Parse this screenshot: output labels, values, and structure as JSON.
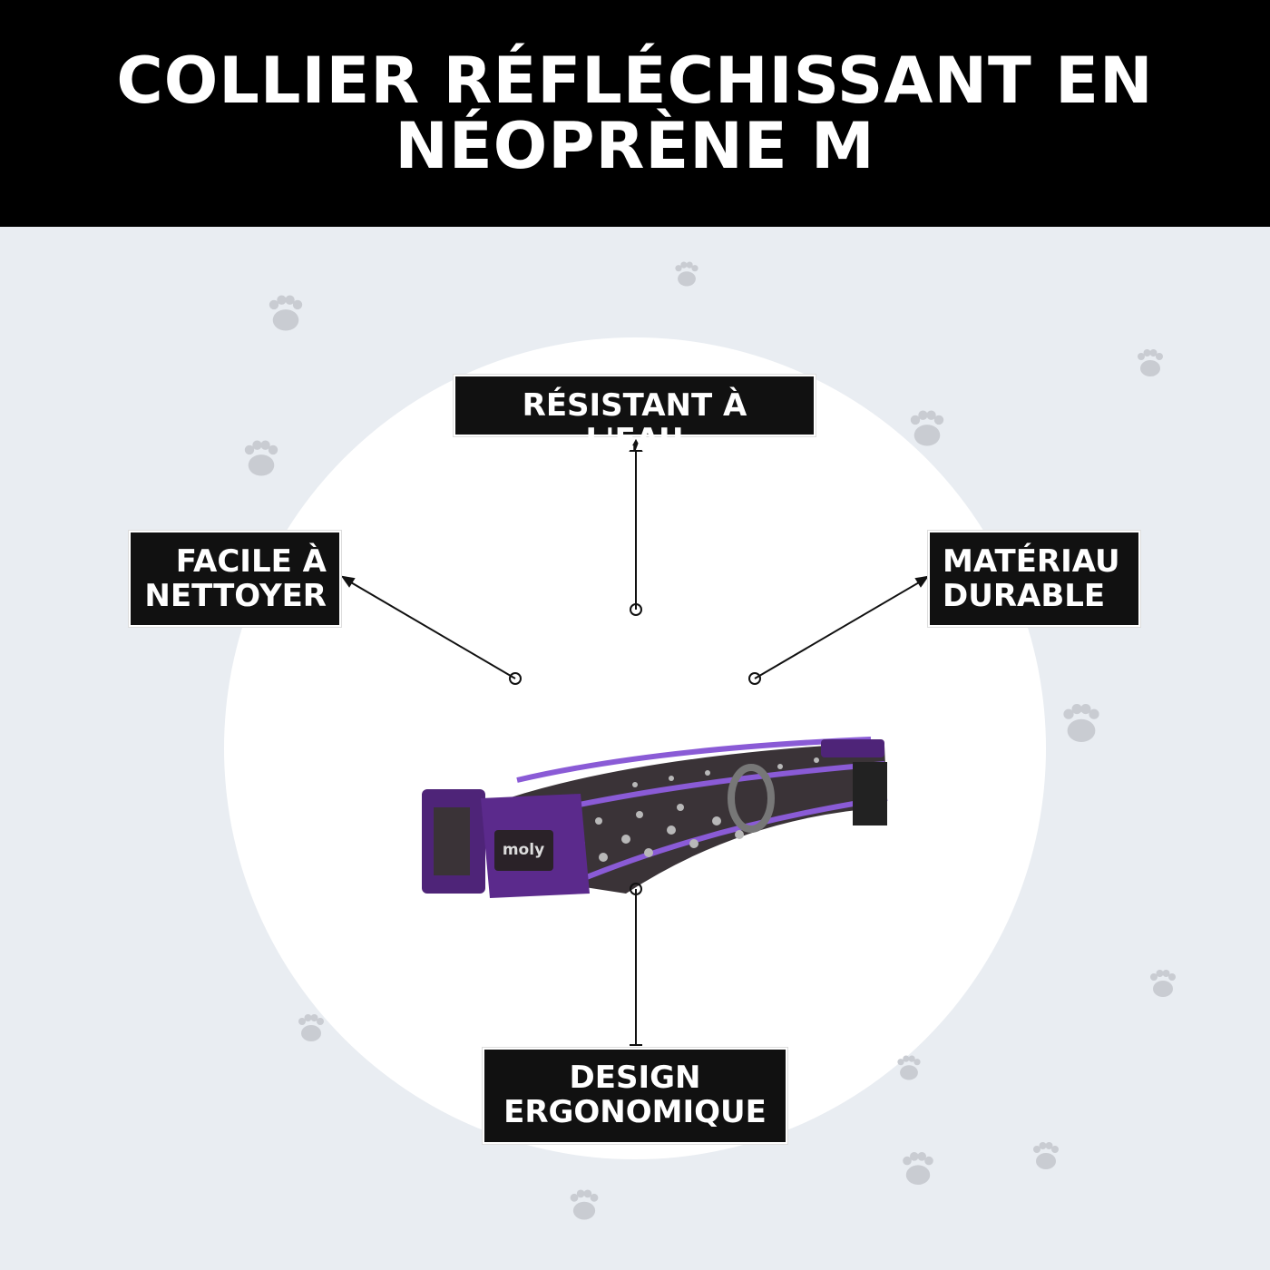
{
  "title": "COLLIER RÉFLÉCHISSANT EN NÉOPRÈNE M",
  "features": {
    "top": "RÉSISTANT À L'EAU",
    "left": "FACILE À\nNETTOYER",
    "right": "MATÉRIAU\nDURABLE",
    "bottom": "DESIGN\nERGONOMIQUE"
  },
  "product": {
    "brand_logo": "moly"
  },
  "colors": {
    "header": "#000000",
    "background": "#e9edf2",
    "accent": "#5b2a8c"
  }
}
